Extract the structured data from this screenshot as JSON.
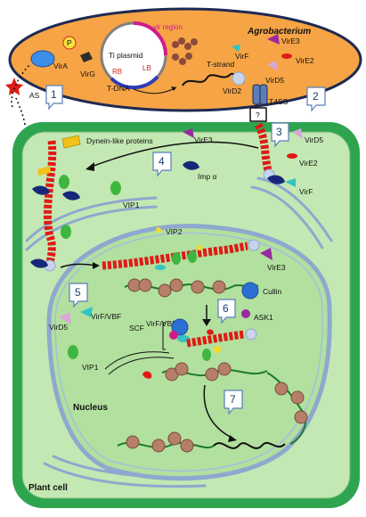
{
  "bacterium": {
    "title": "Agrobacterium",
    "plasmid_label": "Ti plasmid",
    "vir_region": "vir region",
    "rb": "RB",
    "lb": "LB",
    "tdna": "T-DNA",
    "tstrand": "T-strand",
    "proteins": {
      "vira": "VirA",
      "virg": "VirG",
      "vire3": "VirE3",
      "vire2": "VirE2",
      "virf": "VirF",
      "vird5": "VirD5",
      "vird2": "VirD2",
      "t4ss": "T4SS",
      "p": "P"
    }
  },
  "signal": {
    "as": "AS"
  },
  "cell": {
    "title": "Plant cell",
    "nucleus": "Nucleus",
    "cyto_labels": {
      "dynein": "Dynein-like proteins",
      "vire3": "VirE3",
      "vird5": "VirD5",
      "vire2": "VirE2",
      "virf": "VirF",
      "imp": "Imp α",
      "vip1": "VIP1",
      "vip2": "VIP2",
      "vire3_nuc": "VirE3",
      "cullin": "Cullin",
      "ask1": "ASK1",
      "vird5_nuc": "VirD5",
      "virf_vbf": "VirF/VBF",
      "scf": "SCF",
      "scf_sup": "VirF/VBF",
      "vip1_nuc": "VIP1"
    }
  },
  "steps": [
    "1",
    "2",
    "3",
    "4",
    "5",
    "6",
    "7"
  ],
  "unknown_box": "?",
  "colors": {
    "bacterium_fill": "#f6a445",
    "bacterium_border": "#1e2a52",
    "cell_wall": "#2ea44f",
    "cytoplasm": "#c4e8b3",
    "nucleus_fill": "#b2e09e",
    "membrane": "#8ea8cf",
    "tstrand_red": "#e01a16",
    "chromatin": "#1d7a2a",
    "histone": "#b57f6a"
  }
}
